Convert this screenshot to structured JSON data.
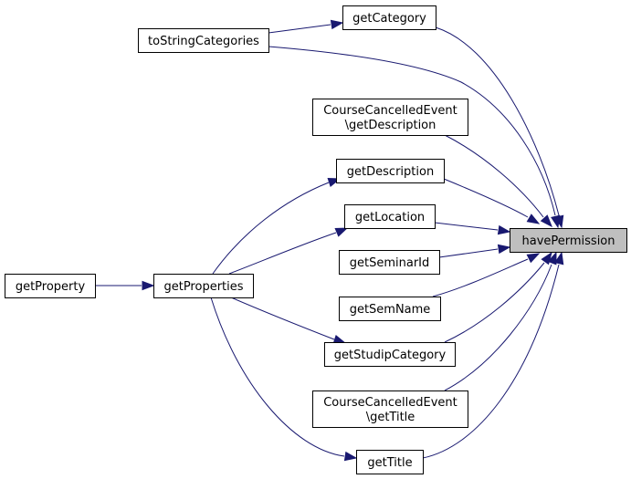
{
  "graph": {
    "type": "caller-graph",
    "colors": {
      "edge": "#191970",
      "focus_fill": "#bfbfbf",
      "node_fill": "#ffffff",
      "node_border": "#000000"
    },
    "nodes": [
      {
        "id": "havePermission",
        "lines": [
          "havePermission"
        ],
        "focus": true
      },
      {
        "id": "getCategory",
        "lines": [
          "getCategory"
        ]
      },
      {
        "id": "toStringCategories",
        "lines": [
          "toStringCategories"
        ]
      },
      {
        "id": "cce_getDescription",
        "lines": [
          "CourseCancelledEvent",
          "\\getDescription"
        ]
      },
      {
        "id": "getDescription",
        "lines": [
          "getDescription"
        ]
      },
      {
        "id": "getLocation",
        "lines": [
          "getLocation"
        ]
      },
      {
        "id": "getSeminarId",
        "lines": [
          "getSeminarId"
        ]
      },
      {
        "id": "getSemName",
        "lines": [
          "getSemName"
        ]
      },
      {
        "id": "getStudipCategory",
        "lines": [
          "getStudipCategory"
        ]
      },
      {
        "id": "cce_getTitle",
        "lines": [
          "CourseCancelledEvent",
          "\\getTitle"
        ]
      },
      {
        "id": "getTitle",
        "lines": [
          "getTitle"
        ]
      },
      {
        "id": "getProperties",
        "lines": [
          "getProperties"
        ]
      },
      {
        "id": "getProperty",
        "lines": [
          "getProperty"
        ]
      }
    ],
    "edges": [
      {
        "from": "toStringCategories",
        "to": "getCategory"
      },
      {
        "from": "getCategory",
        "to": "havePermission"
      },
      {
        "from": "toStringCategories",
        "to": "havePermission"
      },
      {
        "from": "cce_getDescription",
        "to": "havePermission"
      },
      {
        "from": "getDescription",
        "to": "havePermission"
      },
      {
        "from": "getLocation",
        "to": "havePermission"
      },
      {
        "from": "getSeminarId",
        "to": "havePermission"
      },
      {
        "from": "getSemName",
        "to": "havePermission"
      },
      {
        "from": "getStudipCategory",
        "to": "havePermission"
      },
      {
        "from": "cce_getTitle",
        "to": "havePermission"
      },
      {
        "from": "getTitle",
        "to": "havePermission"
      },
      {
        "from": "getProperty",
        "to": "getProperties"
      },
      {
        "from": "getProperties",
        "to": "getDescription"
      },
      {
        "from": "getProperties",
        "to": "getLocation"
      },
      {
        "from": "getProperties",
        "to": "getStudipCategory"
      },
      {
        "from": "getProperties",
        "to": "getTitle"
      }
    ]
  }
}
